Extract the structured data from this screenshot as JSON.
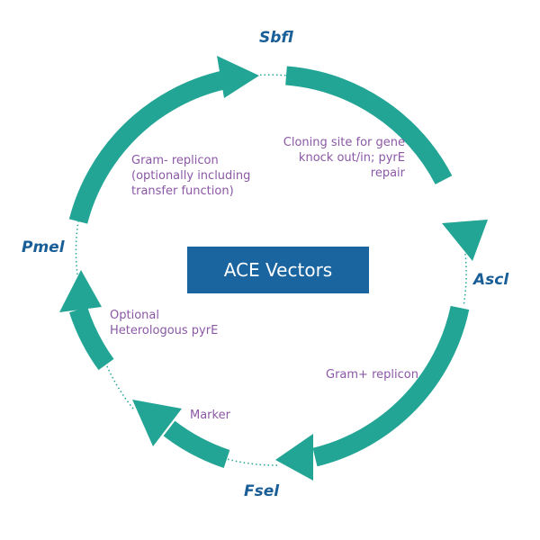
{
  "colors": {
    "arc": "#23a596",
    "site_label": "#1a5e97",
    "region_label": "#8b58a6",
    "center_box": "#1a64a0",
    "dots": "#23a596"
  },
  "center_box": {
    "label": "ACE Vectors"
  },
  "sites": {
    "sbfl": "Sbfl",
    "ascl": "Ascl",
    "fsel": "Fsel",
    "pmel": "Pmel"
  },
  "regions": {
    "cloning": [
      "Cloning site for gene",
      "knock out/in; pyrE",
      "repair"
    ],
    "gram_neg": [
      "Gram- replicon",
      "(optionally including",
      "transfer function)"
    ],
    "gram_pos": [
      "Gram+ replicon"
    ],
    "marker": [
      "Marker"
    ],
    "pyre": [
      "Optional",
      "Heterologous pyrE"
    ]
  }
}
